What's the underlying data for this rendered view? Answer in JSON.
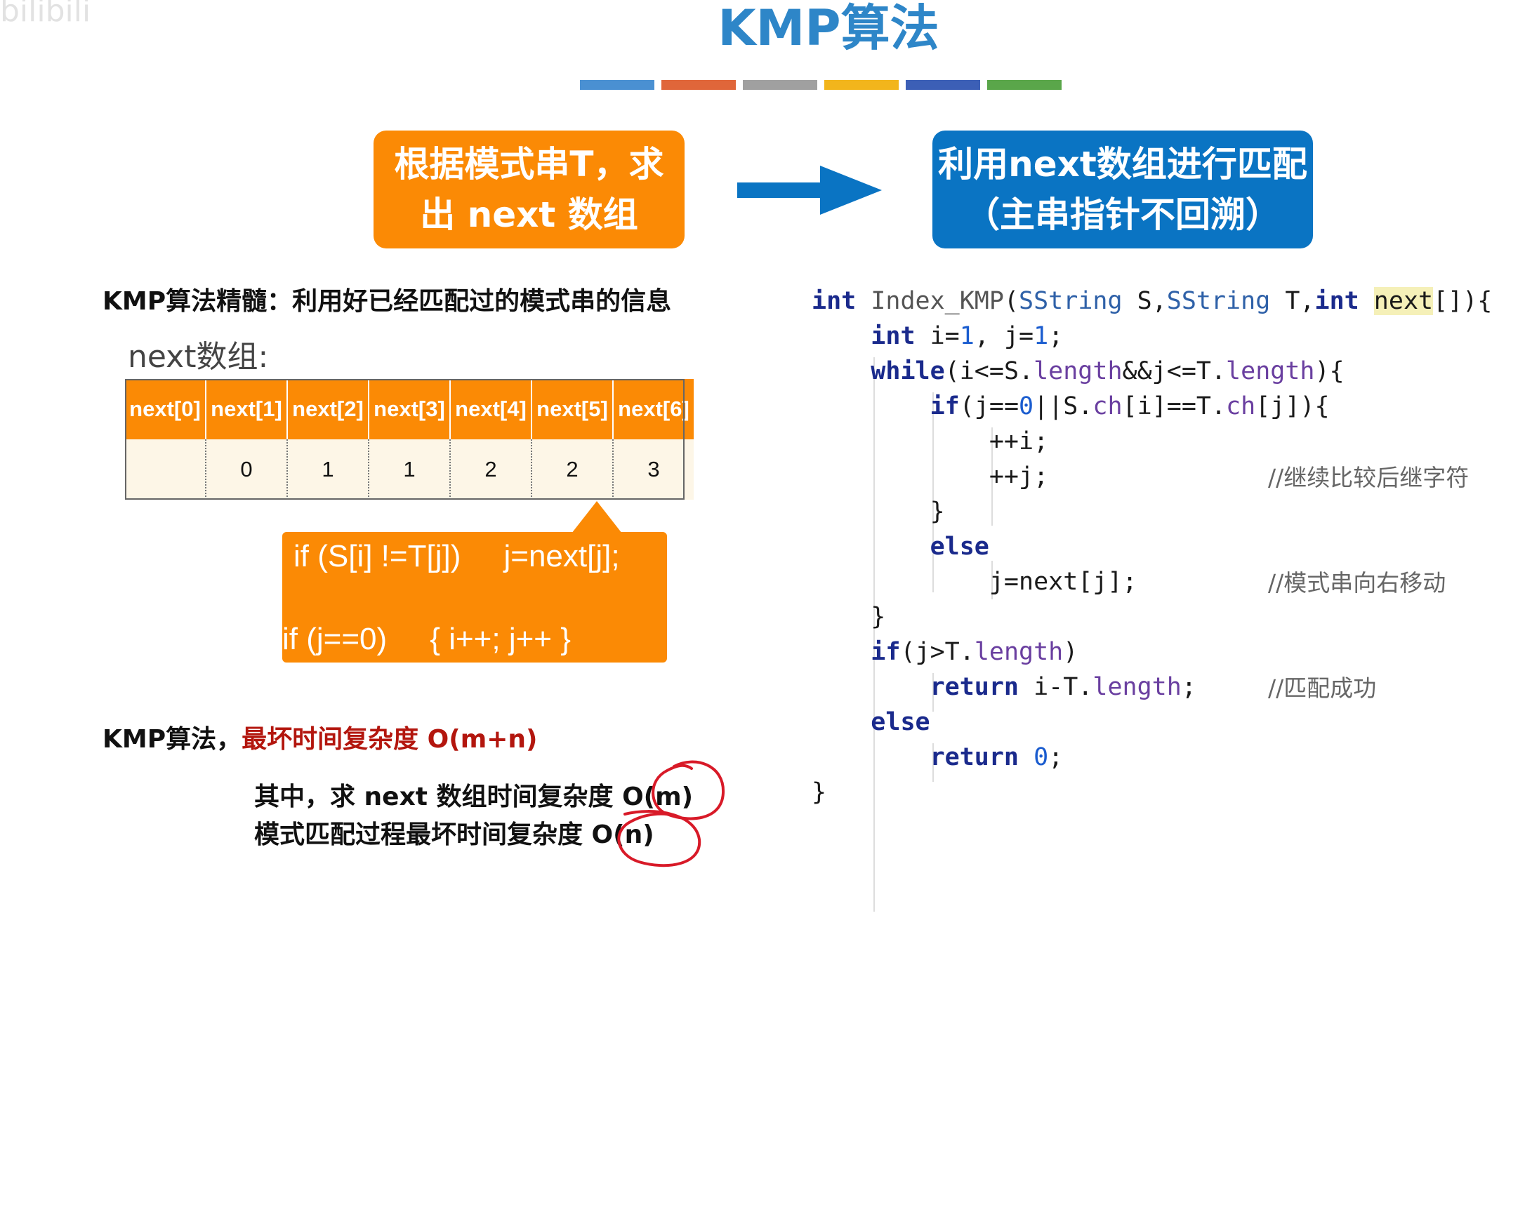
{
  "watermark": "bilibili",
  "title": "KMP算法",
  "title_stripe_colors": [
    "#4a90d2",
    "#e0663a",
    "#a0a0a0",
    "#f2b51c",
    "#3c5fb6",
    "#5aa64a"
  ],
  "flow": {
    "left_box": [
      "根据模式串T，求",
      "出 next 数组"
    ],
    "right_box": [
      "利用next数组进行匹配",
      "（主串指针不回溯）"
    ]
  },
  "essence": "KMP算法精髓：利用好已经匹配过的模式串的信息",
  "next_array_label": "next数组:",
  "next_table": {
    "headers": [
      "next[0]",
      "next[1]",
      "next[2]",
      "next[3]",
      "next[4]",
      "next[5]",
      "next[6]"
    ],
    "values": [
      "",
      "0",
      "1",
      "1",
      "2",
      "2",
      "3"
    ]
  },
  "callout": {
    "line1": "if (S[i] !=T[j])     j=next[j];",
    "line2": "if (j==0)     { i++; j++ }"
  },
  "complexity": {
    "prefix": "KMP算法，",
    "highlight": "最坏时间复杂度 O(m+n)",
    "next_line": "其中，求 next 数组时间复杂度 O(m)",
    "match_line": "模式匹配过程最坏时间复杂度 O(n)"
  },
  "code": {
    "comment_continue": "//继续比较后继字符",
    "comment_move": "//模式串向右移动",
    "comment_success": "//匹配成功"
  },
  "colors": {
    "orange": "#fb8a05",
    "blue": "#0a74c3",
    "title_blue": "#2e86c8",
    "red": "#b3160e"
  }
}
